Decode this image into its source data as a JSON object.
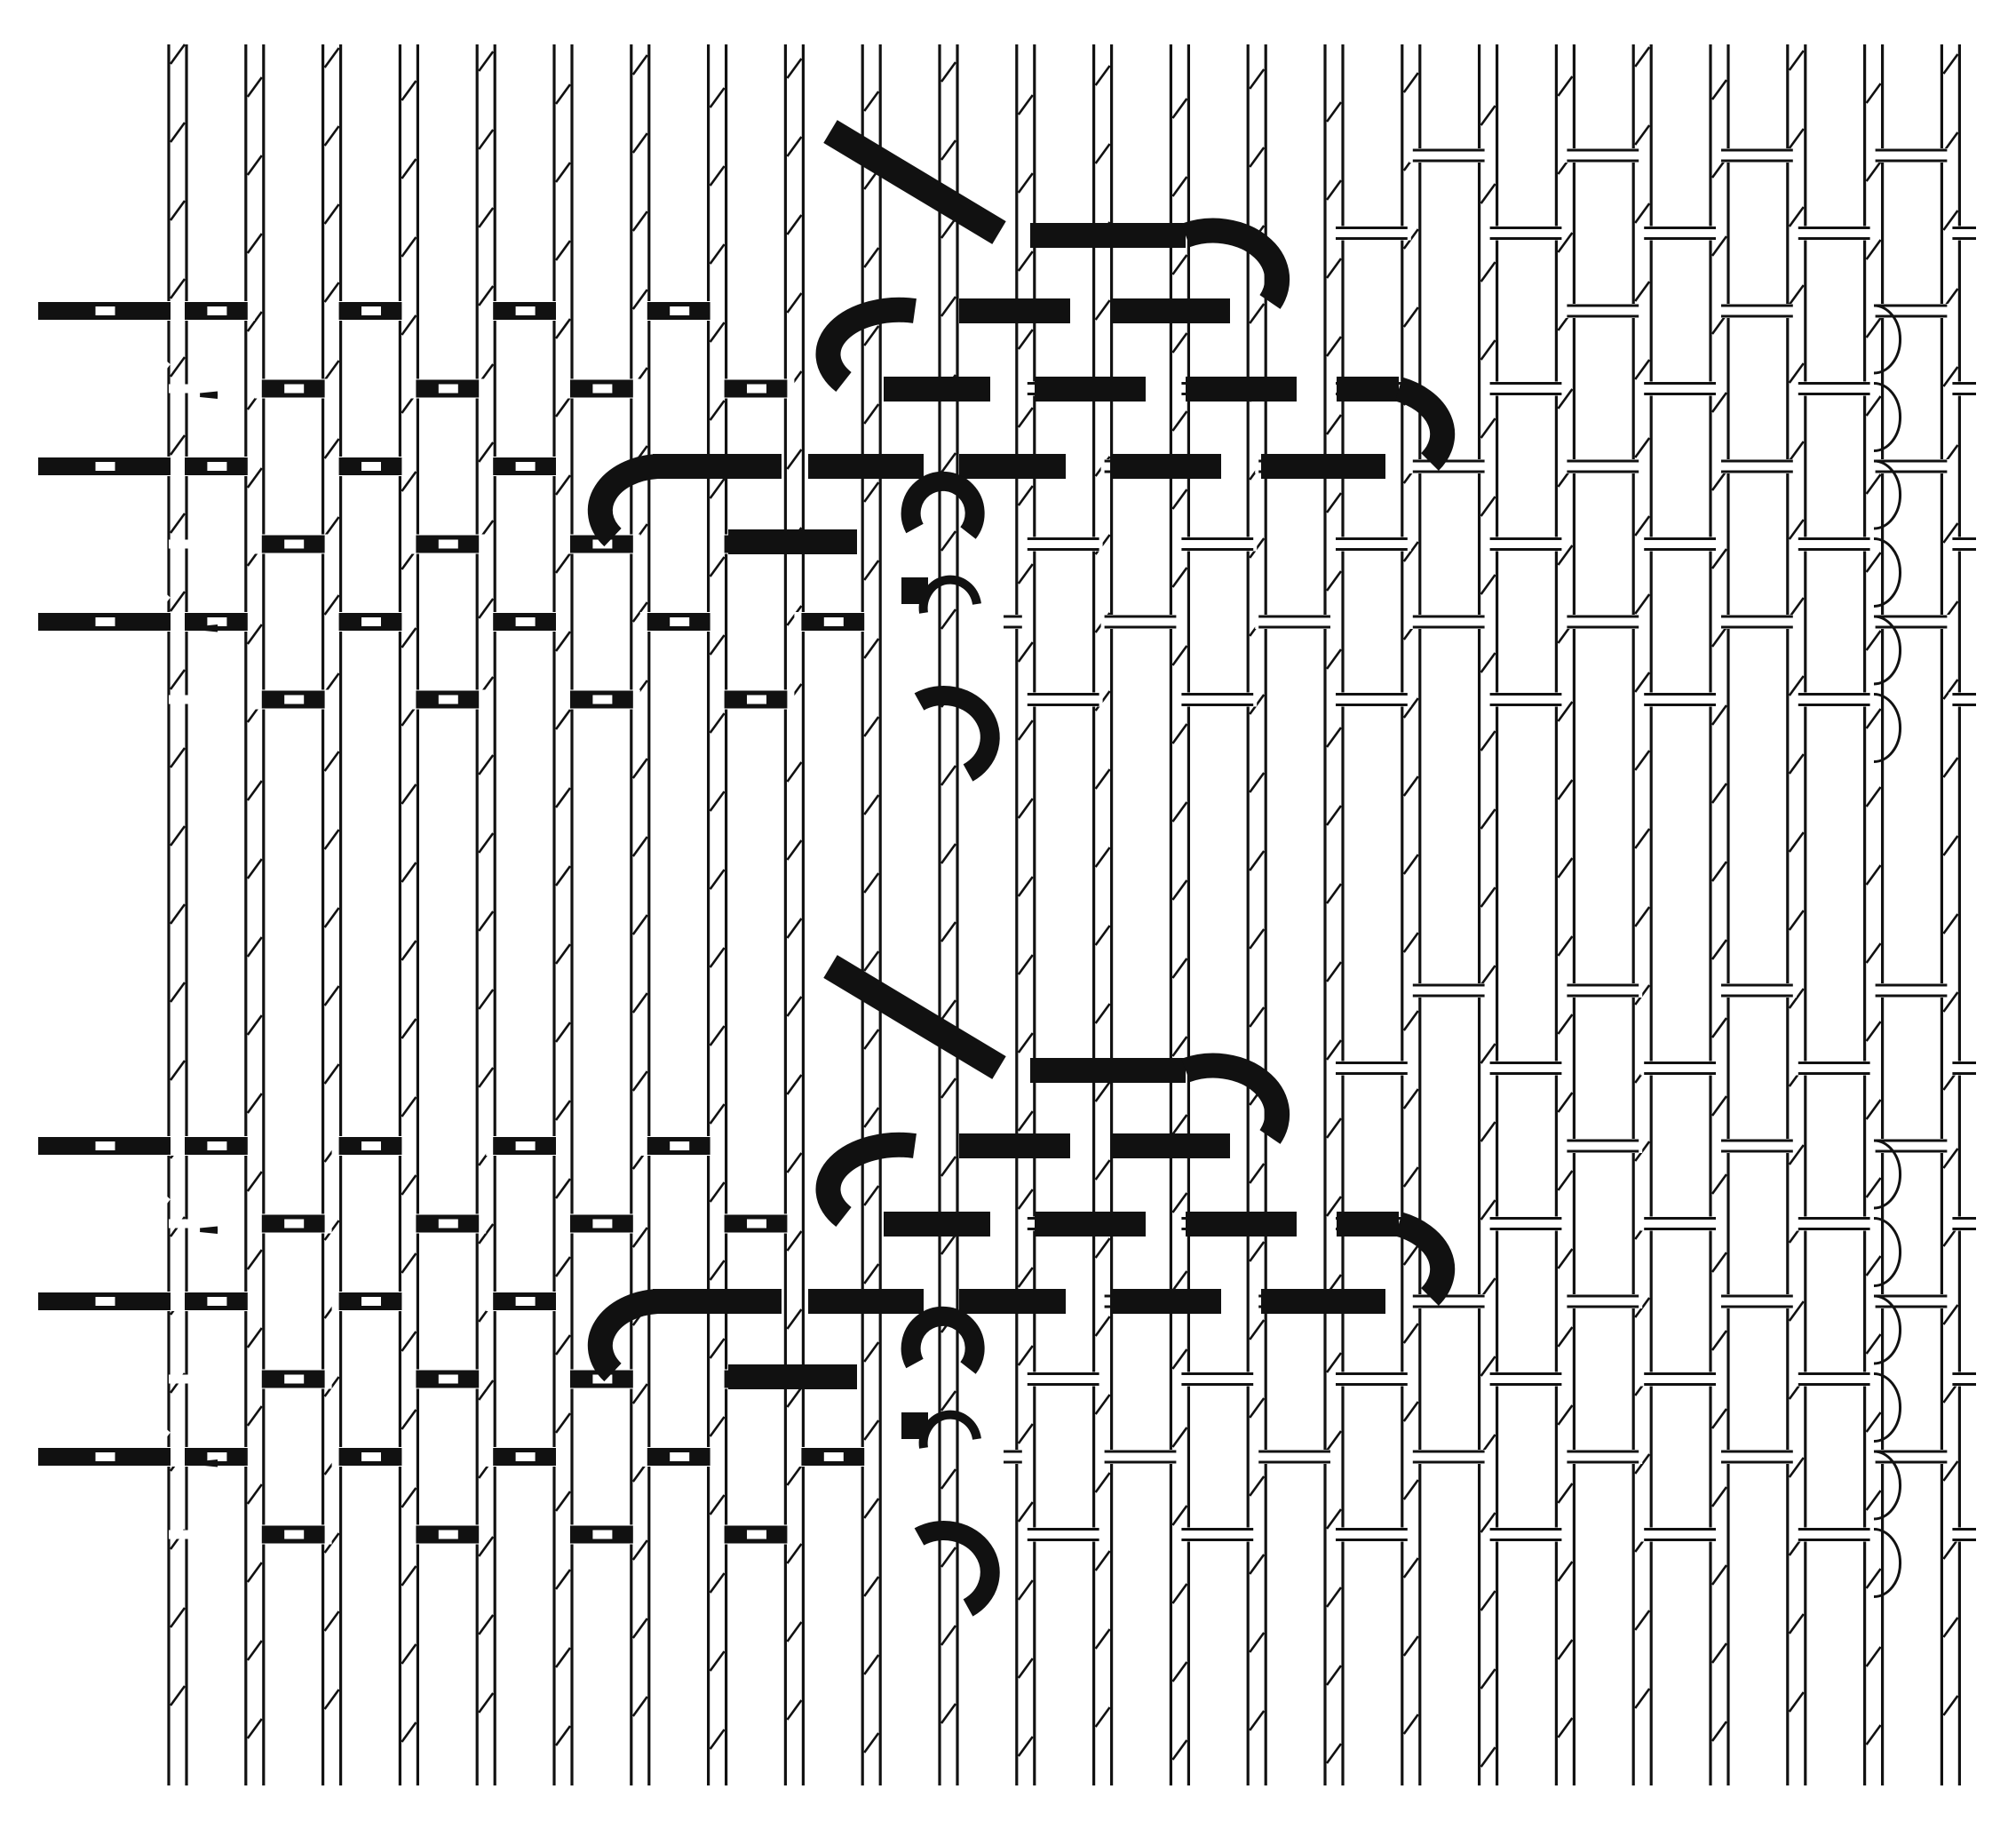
{
  "diagram": {
    "type": "weaving-illustration",
    "warp_count": 24,
    "blocks": 2,
    "plain_rows_per_block": 6,
    "colors": {
      "ink": "#111111",
      "paper": "#ffffff",
      "wrap_gray": "#eeeeee"
    }
  }
}
